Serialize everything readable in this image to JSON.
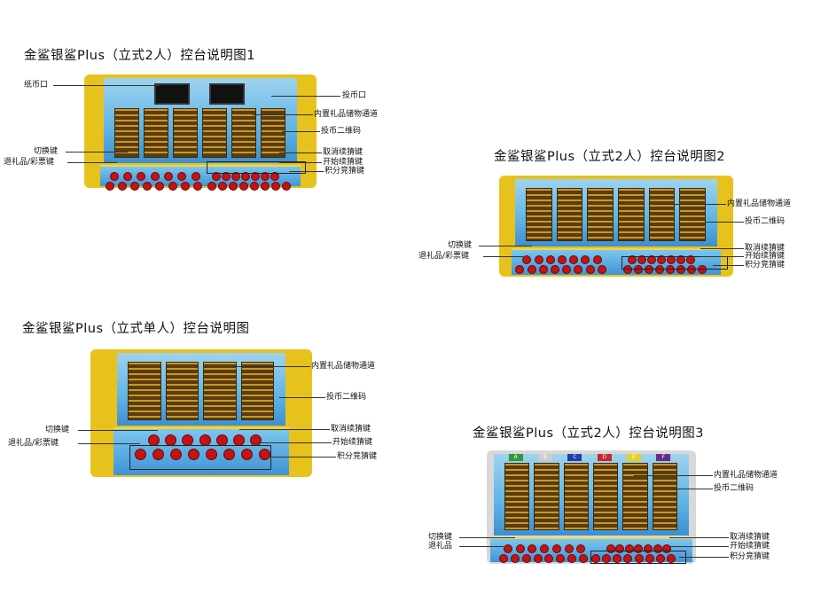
{
  "figures": [
    {
      "title": "金鲨银鲨Plus（立式2人）控台说明图1",
      "labels": {
        "bill_slot": "纸币口",
        "coin_slot": "投币口",
        "storage": "内置礼品储物通道",
        "qr": "投币二维码",
        "switch": "切换键",
        "refund": "退礼品/彩票键",
        "cancel": "取消续猜键",
        "start": "开始续猜键",
        "score": "积分竞猜键"
      }
    },
    {
      "title": "金鲨银鲨Plus（立式2人）控台说明图2",
      "labels": {
        "storage": "内置礼品储物通道",
        "qr": "投币二维码",
        "switch": "切换键",
        "refund": "退礼品/彩票键",
        "cancel": "取消续猜键",
        "start": "开始续猜键",
        "score": "积分竞猜键"
      }
    },
    {
      "title": "金鲨银鲨Plus（立式单人）控台说明图",
      "labels": {
        "storage": "内置礼品储物通道",
        "qr": "投币二维码",
        "switch": "切换键",
        "refund": "退礼品/彩票键",
        "cancel": "取消续猜键",
        "start": "开始续猜键",
        "score": "积分竞猜键"
      }
    },
    {
      "title": "金鲨银鲨Plus（立式2人）控台说明图3",
      "labels": {
        "storage": "内置礼品储物通道",
        "qr": "投币二维码",
        "switch": "切换键",
        "refund": "退礼品",
        "cancel": "取消续猜键",
        "start": "开始续猜键",
        "score": "积分竞猜键"
      },
      "channel_labels": [
        "A",
        "B",
        "C",
        "D",
        "E",
        "F"
      ],
      "channel_colors": [
        "#2e9a3a",
        "#cccccc",
        "#1d3fa8",
        "#c8282a",
        "#e6d21c",
        "#6a2a8a"
      ]
    }
  ],
  "colors": {
    "frame": "#e8c21c",
    "button": "#c41313",
    "panel": "#5fb4e6"
  }
}
